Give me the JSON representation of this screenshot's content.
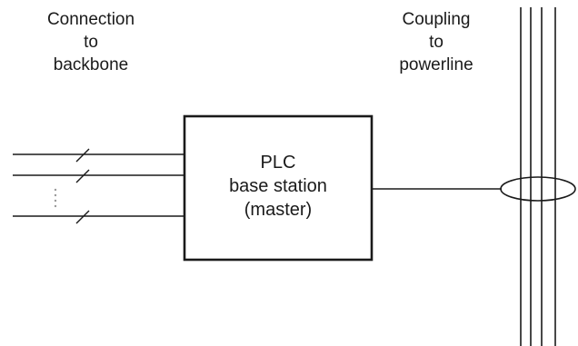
{
  "backbone_label": {
    "line1": "Connection",
    "line2": "to",
    "line3": "backbone"
  },
  "powerline_label": {
    "line1": "Coupling",
    "line2": "to",
    "line3": "powerline"
  },
  "base_station": {
    "line1": "PLC",
    "line2": "base station",
    "line3": "(master)"
  },
  "colors": {
    "stroke": "#1a1a1a",
    "ellipsis": "#9a9a9a",
    "background": "#ffffff"
  }
}
